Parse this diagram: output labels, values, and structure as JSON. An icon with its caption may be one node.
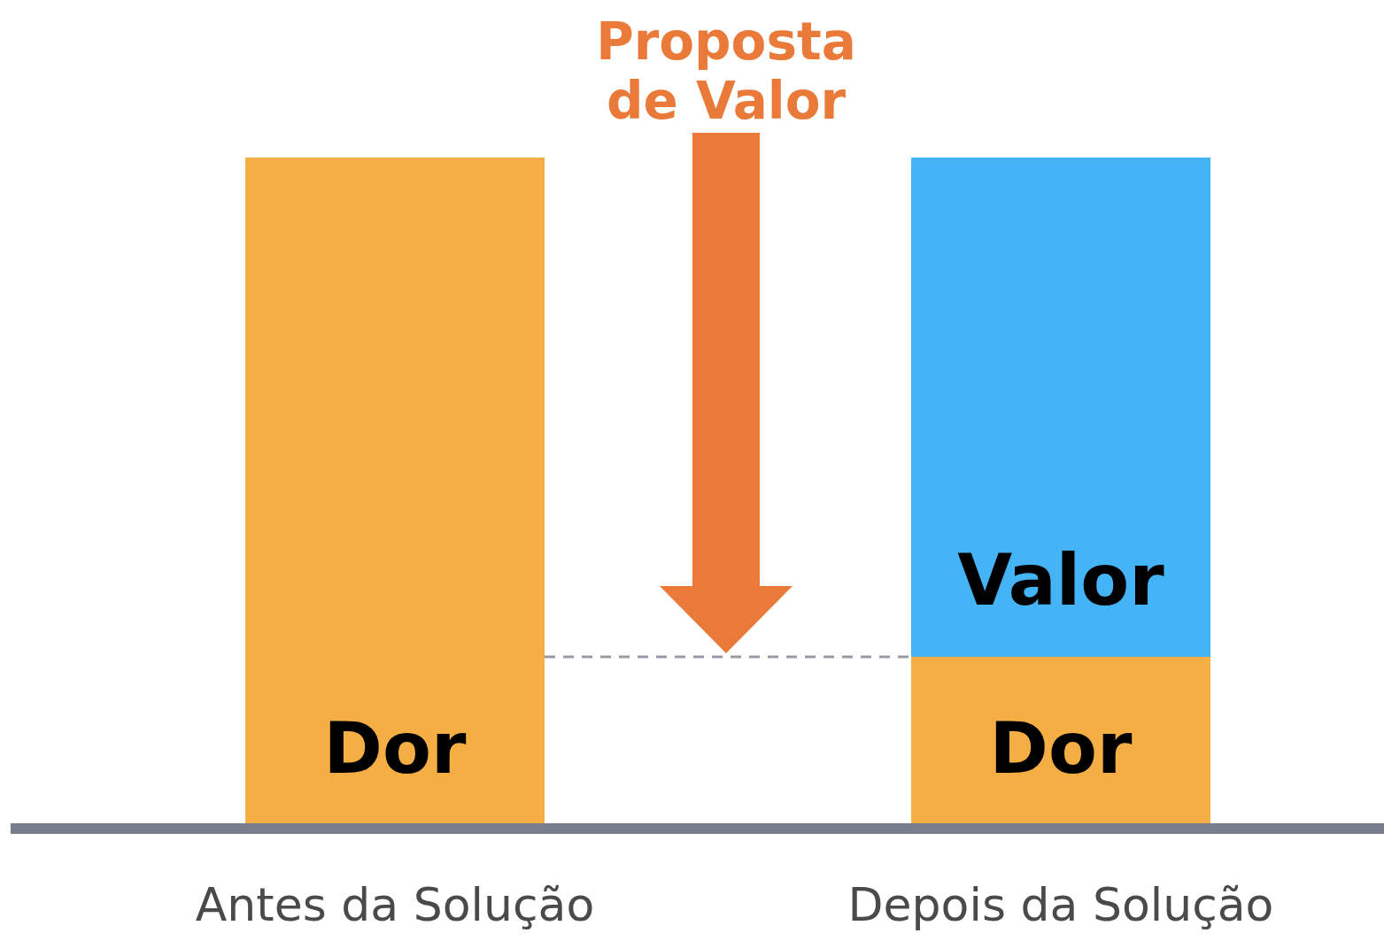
{
  "diagram": {
    "nodes": [
      {
        "text": [
          "Proposta de Valor"
        ]
      },
      {
        "text": [
          "Dor"
        ]
      },
      {
        "text": [
          "Valor"
        ]
      },
      {
        "text": [
          "Dor"
        ]
      }
    ],
    "edges": [
      {
        "from": 0,
        "to": null,
        "arrow": "to",
        "style": "thick",
        "color": "#ea7a3a"
      },
      {
        "from": 1,
        "to": 3,
        "arrow": "none",
        "style": "dashed"
      }
    ],
    "labels": [
      "Antes da Solução",
      "Depois da Solução"
    ]
  }
}
